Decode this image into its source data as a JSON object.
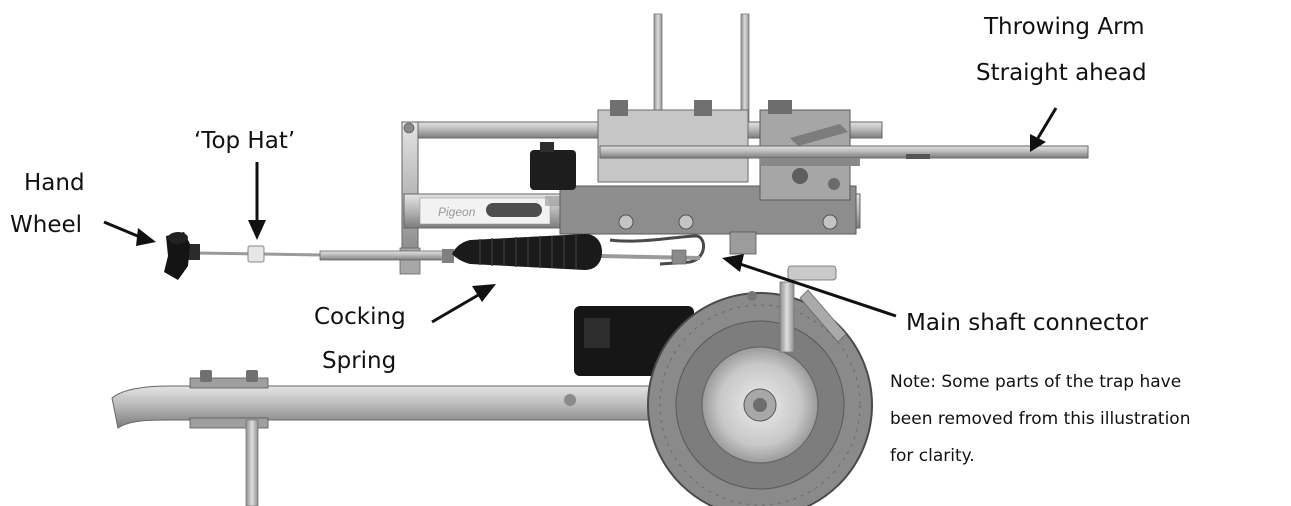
{
  "labels": {
    "throwing_arm_line1": "Throwing Arm",
    "throwing_arm_line2": "Straight ahead",
    "top_hat": "‘Top Hat’",
    "hand_wheel_line1": "Hand",
    "hand_wheel_line2": "Wheel",
    "cocking_spring_line1": "Cocking",
    "cocking_spring_line2": "Spring",
    "main_shaft_connector": "Main shaft connector"
  },
  "note": {
    "line1": "Note: Some parts of the trap have",
    "line2": "been removed from this illustration",
    "line3": "for clarity."
  },
  "colors": {
    "frame_grey": "#b9b9b9",
    "frame_dark": "#6e6e6e",
    "spring_black": "#1a1a1a",
    "tyre_grey": "#8a8a8a",
    "motor_black": "#161616",
    "text": "#111111"
  }
}
